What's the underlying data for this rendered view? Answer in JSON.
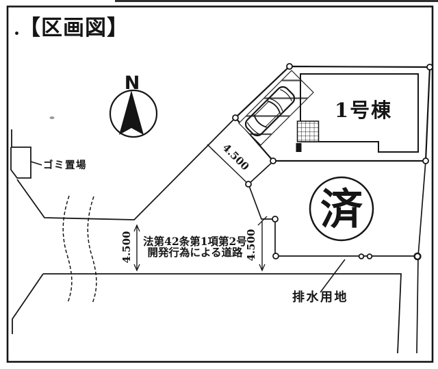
{
  "title": "【区画図】",
  "compass": {
    "north_label": "N"
  },
  "annotations": {
    "garbage_area": "ゴミ置場",
    "building_name": "1号棟",
    "sold_mark": "済",
    "road_law_line1": "法第42条第1項第2号",
    "road_law_line2": "開発行為による道路",
    "drainage_area": "排水用地"
  },
  "dimensions": {
    "approach_road_width": "4.500",
    "west_road_width": "4.500",
    "south_road_width": "4.500"
  },
  "colors": {
    "ink": "#151515",
    "paper": "#ffffff"
  }
}
